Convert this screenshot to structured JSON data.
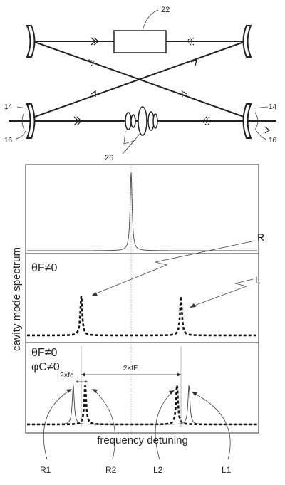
{
  "top_labels": {
    "ref_22": "22",
    "ref_14_left": "14",
    "ref_16_left": "16",
    "ref_14_right": "14",
    "ref_16_right": "16",
    "ref_26": "26"
  },
  "plot": {
    "ylabel": "cavity mode spectrum",
    "xlabel": "frequency detuning",
    "panel2_condition": "θF≠0",
    "panel3_condition_1": "θF≠0",
    "panel3_condition_2": "φC≠0",
    "label_R": "R",
    "label_L": "L",
    "dim_fc": "2×fc",
    "dim_fF": "2×fF",
    "bottom_labels": [
      "R1",
      "R2",
      "L2",
      "L1"
    ]
  },
  "chart_data": {
    "type": "line",
    "panels": [
      {
        "peaks": [
          0.0
        ],
        "style": "solid"
      },
      {
        "peaks": [
          -0.5,
          0.5
        ],
        "style": "dashed"
      },
      {
        "peaks_solid": [
          -0.58,
          0.58
        ],
        "peaks_dashed": [
          -0.46,
          0.46
        ],
        "style": "mixed"
      }
    ],
    "xlim": [
      -1,
      1
    ]
  }
}
